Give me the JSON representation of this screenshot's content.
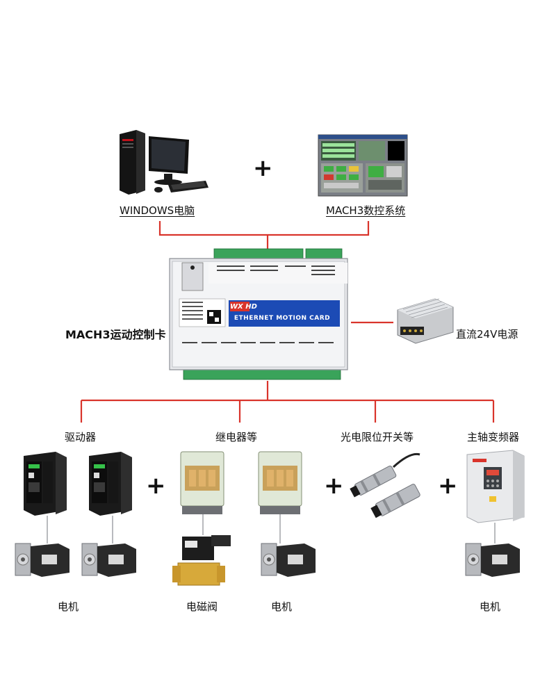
{
  "pc_label": "WINDOWS电脑",
  "software_label": "MACH3数控系统",
  "controller_label": "MACH3运动控制卡",
  "psu_label": "直流24V电源",
  "card_text": "ETHERNET MOTION CARD",
  "card_logo": "WX HD",
  "plus_sign": "+",
  "categories": {
    "drivers": "驱动器",
    "relays": "继电器等",
    "switches": "光电限位开关等",
    "spindle": "主轴变频器"
  },
  "bottom_labels": {
    "motor1": "电机",
    "valve": "电磁阀",
    "motor2": "电机",
    "motor3": "电机"
  },
  "colors": {
    "connector": "#d9342b",
    "card_blue": "#1c4bb5",
    "terminal_green": "#3aa35a"
  }
}
